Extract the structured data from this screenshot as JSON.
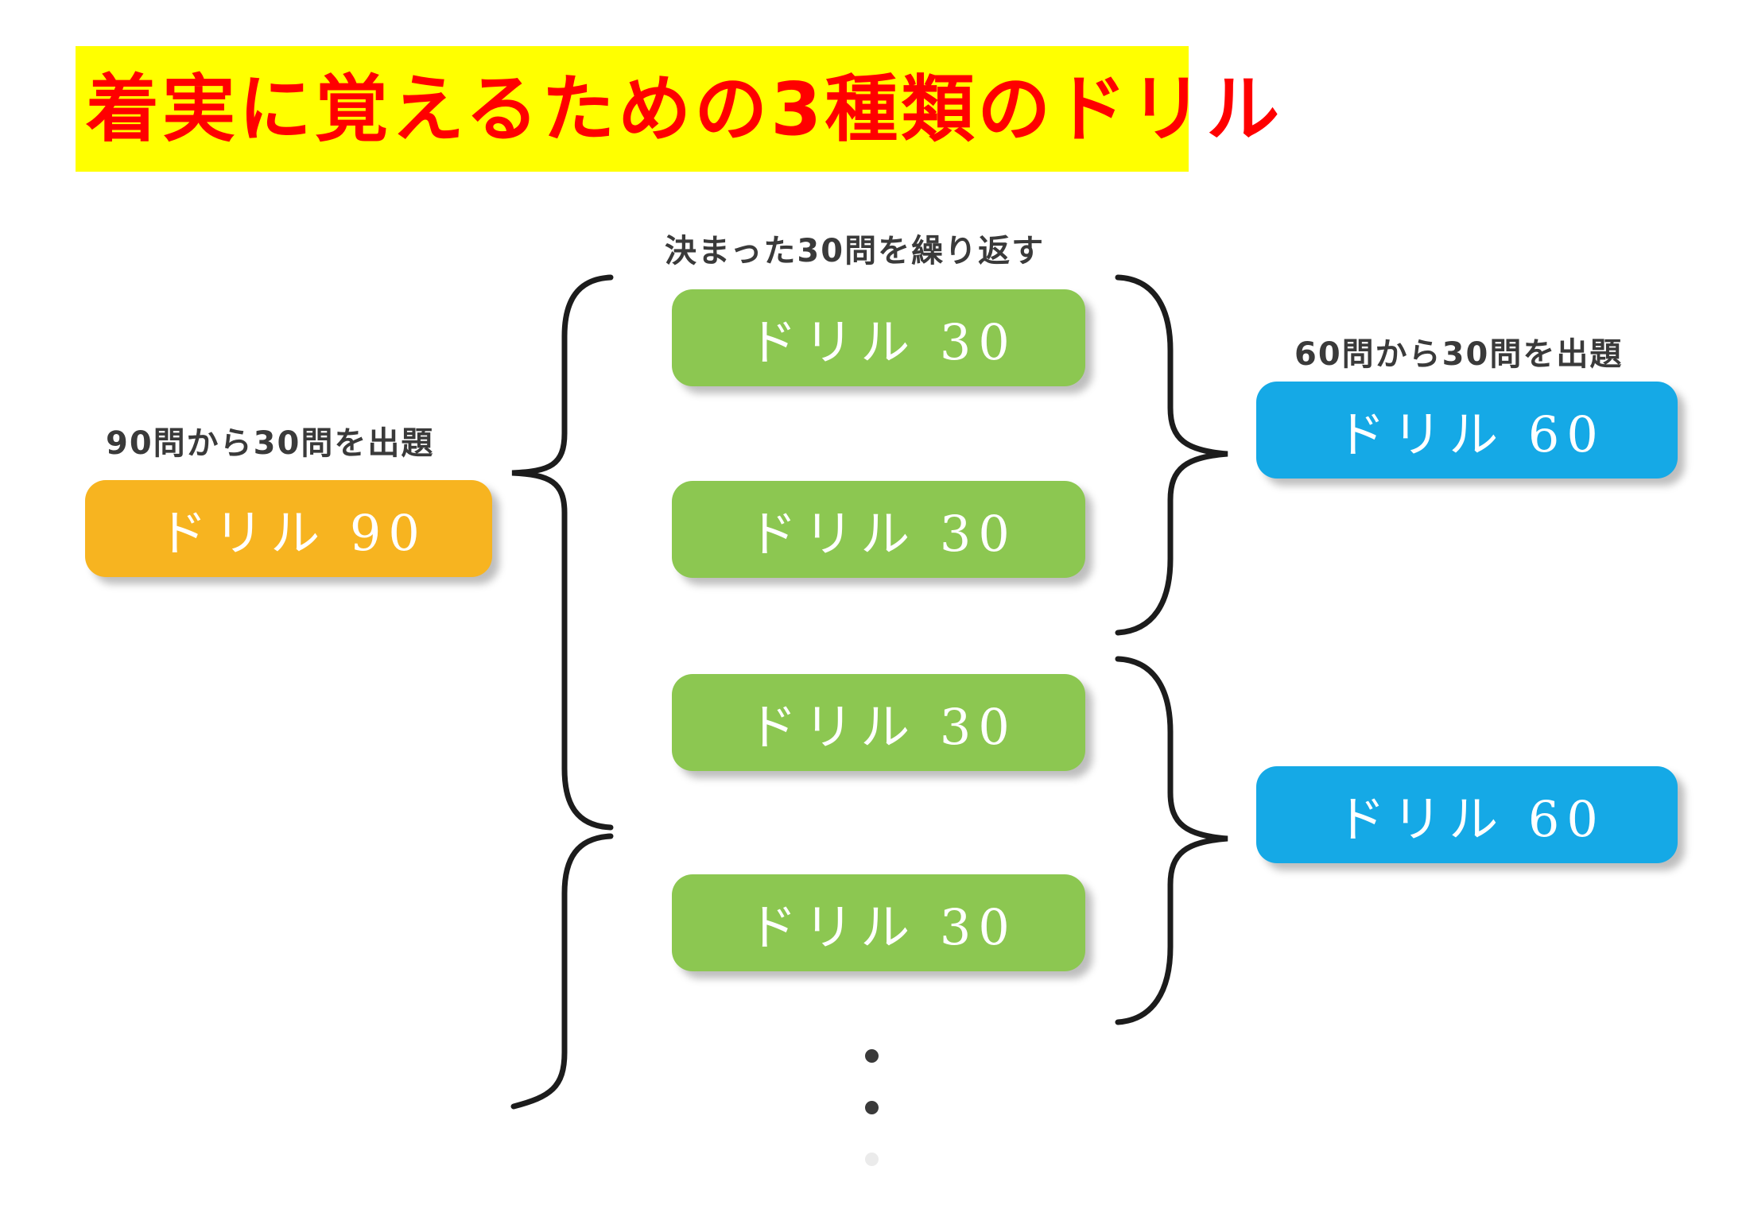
{
  "title": {
    "text": "着実に覚えるための3種類のドリル",
    "text_color": "#ff0000",
    "highlight_color": "#ffff00"
  },
  "captions": {
    "left": "90問から30問を出題",
    "middle": "決まった30問を繰り返す",
    "right": "60問から30問を出題"
  },
  "colors": {
    "orange": "#f7b420",
    "green": "#8cc751",
    "blue": "#15a9e6",
    "text_on_pill": "#ffffff",
    "caption": "#3a3a3a",
    "brace": "#1c1c1c",
    "background": "#ffffff"
  },
  "columns": {
    "left": {
      "caption": "90問から30問を出題",
      "pills": [
        {
          "label": "ドリル 90",
          "color": "#f7b420"
        }
      ]
    },
    "middle": {
      "caption": "決まった30問を繰り返す",
      "pills": [
        {
          "label": "ドリル 30",
          "color": "#8cc751"
        },
        {
          "label": "ドリル 30",
          "color": "#8cc751"
        },
        {
          "label": "ドリル 30",
          "color": "#8cc751"
        },
        {
          "label": "ドリル 30",
          "color": "#8cc751"
        }
      ],
      "ellipsis": "⋮"
    },
    "right": {
      "caption": "60問から30問を出題",
      "pills": [
        {
          "label": "ドリル 60",
          "color": "#15a9e6"
        },
        {
          "label": "ドリル 60",
          "color": "#15a9e6"
        }
      ]
    }
  },
  "braces": [
    {
      "name": "left-upper",
      "direction": "left"
    },
    {
      "name": "left-lower",
      "direction": "left"
    },
    {
      "name": "right-upper",
      "direction": "right"
    },
    {
      "name": "right-lower",
      "direction": "right"
    }
  ]
}
